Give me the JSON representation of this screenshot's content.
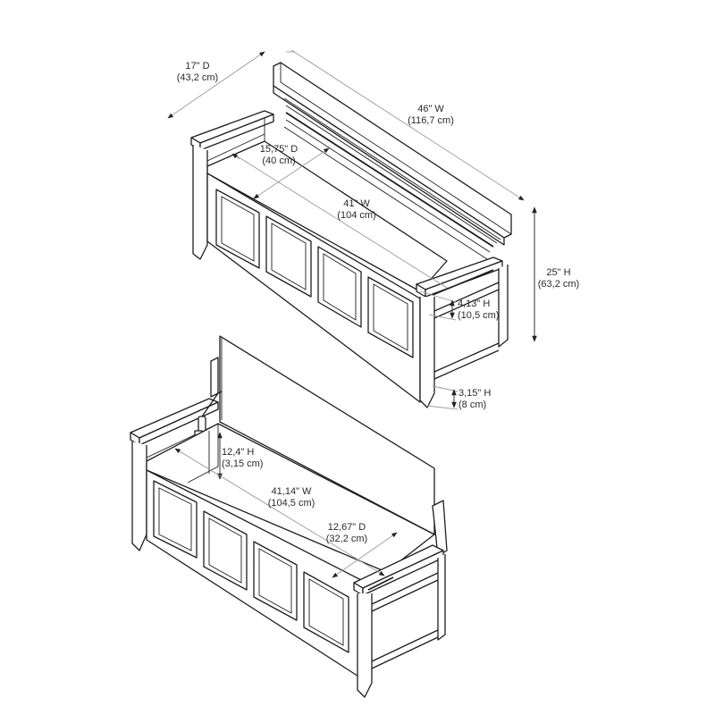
{
  "diagram": {
    "type": "product-dimension-drawing",
    "subject": "storage bench with lift-top seat",
    "views": [
      {
        "name": "closed-bench",
        "dimensions": {
          "overall_depth": {
            "imperial": "17\" D",
            "metric": "(43,2 cm)"
          },
          "overall_width": {
            "imperial": "46\" W",
            "metric": "(116,7 cm)"
          },
          "seat_depth": {
            "imperial": "15,75\" D",
            "metric": "(40 cm)"
          },
          "seat_width": {
            "imperial": "41\" W",
            "metric": "(104 cm)"
          },
          "overall_height": {
            "imperial": "25\" H",
            "metric": "(63,2 cm)"
          },
          "armrest_height": {
            "imperial": "4,13\" H",
            "metric": "(10,5 cm)"
          },
          "floor_clearance": {
            "imperial": "3,15\" H",
            "metric": "(8 cm)"
          }
        }
      },
      {
        "name": "open-bench",
        "dimensions": {
          "interior_height": {
            "imperial": "12,4\" H",
            "metric": "(3,15 cm)"
          },
          "interior_width": {
            "imperial": "41,14\" W",
            "metric": "(104,5 cm)"
          },
          "interior_depth": {
            "imperial": "12,67\" D",
            "metric": "(32,2 cm)"
          }
        }
      }
    ],
    "colors": {
      "line": "#1e1e1e",
      "dimension_line": "#9a9a9a",
      "background": "#ffffff"
    }
  }
}
